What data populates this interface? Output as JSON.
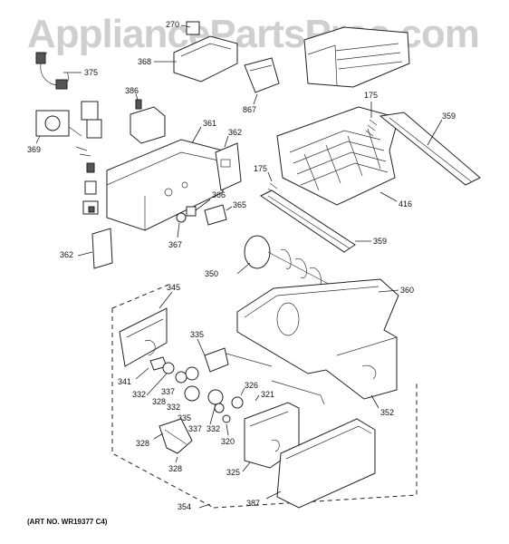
{
  "watermark": {
    "text": "AppliancePartsPros.com"
  },
  "art_number": "(ART NO. WR19377 C4)",
  "callouts": {
    "c270": "270",
    "c368": "368",
    "c867": "867",
    "c375": "375",
    "c386": "386",
    "c369": "369",
    "c361": "361",
    "c362a": "362",
    "c362b": "362",
    "c366": "366",
    "c365": "365",
    "c367": "367",
    "c175a": "175",
    "c175b": "175",
    "c359a": "359",
    "c359b": "359",
    "c416": "416",
    "c350": "350",
    "c360": "360",
    "c345": "345",
    "c341": "341",
    "c335a": "335",
    "c335b": "335",
    "c332a": "332",
    "c332b": "332",
    "c332c": "332",
    "c337a": "337",
    "c337b": "337",
    "c326": "326",
    "c321": "321",
    "c328a": "328",
    "c328b": "328",
    "c328c": "328",
    "c320": "320",
    "c352": "352",
    "c325": "325",
    "c354": "354",
    "c387": "387"
  }
}
